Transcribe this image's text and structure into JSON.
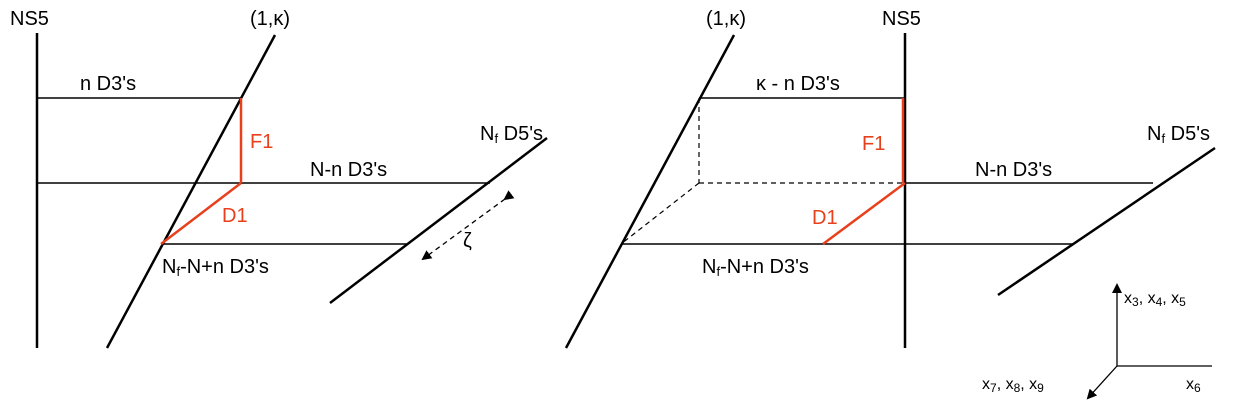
{
  "colors": {
    "line": "#000000",
    "brane_red": "#e8401c",
    "background": "#ffffff"
  },
  "left": {
    "ns5_label": "NS5",
    "d5_label": "(1,ĸ)",
    "nf_label": {
      "main": "N",
      "sub": "f",
      "rest": " D5's"
    },
    "top_d3_label": "n D3's",
    "mid_d3_label": "N-n D3's",
    "bottom_d3_label": {
      "main": "N",
      "sub": "f",
      "rest": "-N+n D3's"
    },
    "f1_label": "F1",
    "d1_label": "D1",
    "zeta_label": "ζ"
  },
  "right": {
    "d5_label": "(1,ĸ)",
    "ns5_label": "NS5",
    "nf_label": {
      "main": "N",
      "sub": "f",
      "rest": " D5's"
    },
    "top_d3_label": "ĸ - n D3's",
    "mid_d3_label": "N-n D3's",
    "bottom_d3_label": {
      "main": "N",
      "sub": "f",
      "rest": "-N+n D3's"
    },
    "f1_label": "F1",
    "d1_label": "D1"
  },
  "axes": {
    "up_label": [
      {
        "main": "x",
        "sub": "3"
      },
      {
        "main": "x",
        "sub": "4"
      },
      {
        "main": "x",
        "sub": "5"
      }
    ],
    "right_label": {
      "main": "x",
      "sub": "6"
    },
    "diag_label": [
      {
        "main": "x",
        "sub": "7"
      },
      {
        "main": "x",
        "sub": "8"
      },
      {
        "main": "x",
        "sub": "9"
      }
    ]
  }
}
